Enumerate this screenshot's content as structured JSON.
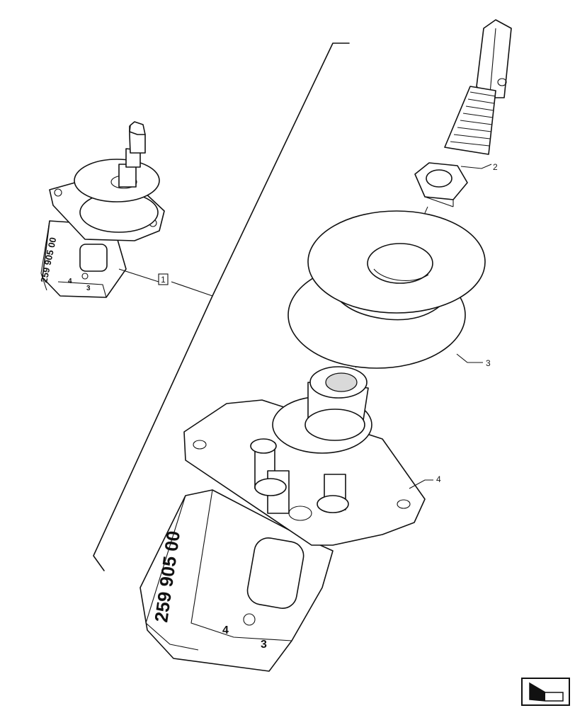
{
  "callouts": {
    "assembly": "1",
    "nut": "2",
    "boot": "3",
    "body": "4"
  },
  "part_marking": {
    "small": "259 905 00",
    "large": "259 905 00"
  },
  "terminals": {
    "small_left": "4",
    "small_right": "3",
    "large_left": "4",
    "large_right": "3"
  },
  "nav_icon": "return-arrow-icon"
}
